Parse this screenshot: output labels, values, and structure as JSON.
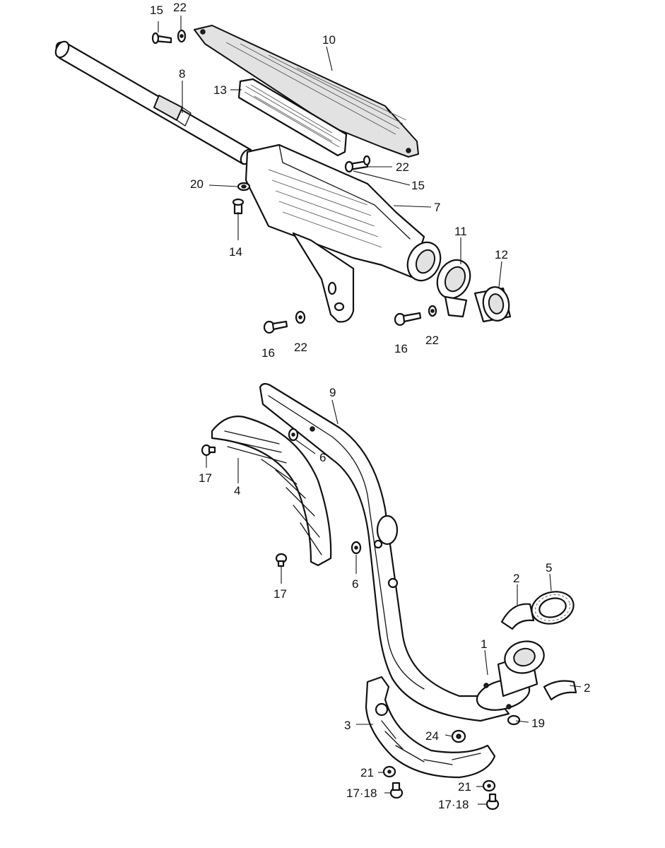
{
  "callouts": {
    "c1": "1",
    "c2a": "2",
    "c2b": "2",
    "c3": "3",
    "c4": "4",
    "c5": "5",
    "c6a": "6",
    "c6b": "6",
    "c7": "7",
    "c8": "8",
    "c9": "9",
    "c10": "10",
    "c11": "11",
    "c12": "12",
    "c13": "13",
    "c14": "14",
    "c15a": "15",
    "c15b": "15",
    "c16a": "16",
    "c16b": "16",
    "c17a": "17",
    "c17b": "17",
    "c1718a": "17·18",
    "c1718b": "17·18",
    "c19": "19",
    "c20": "20",
    "c21a": "21",
    "c21b": "21",
    "c22a": "22",
    "c22b": "22",
    "c22c": "22",
    "c22d": "22",
    "c24": "24"
  }
}
